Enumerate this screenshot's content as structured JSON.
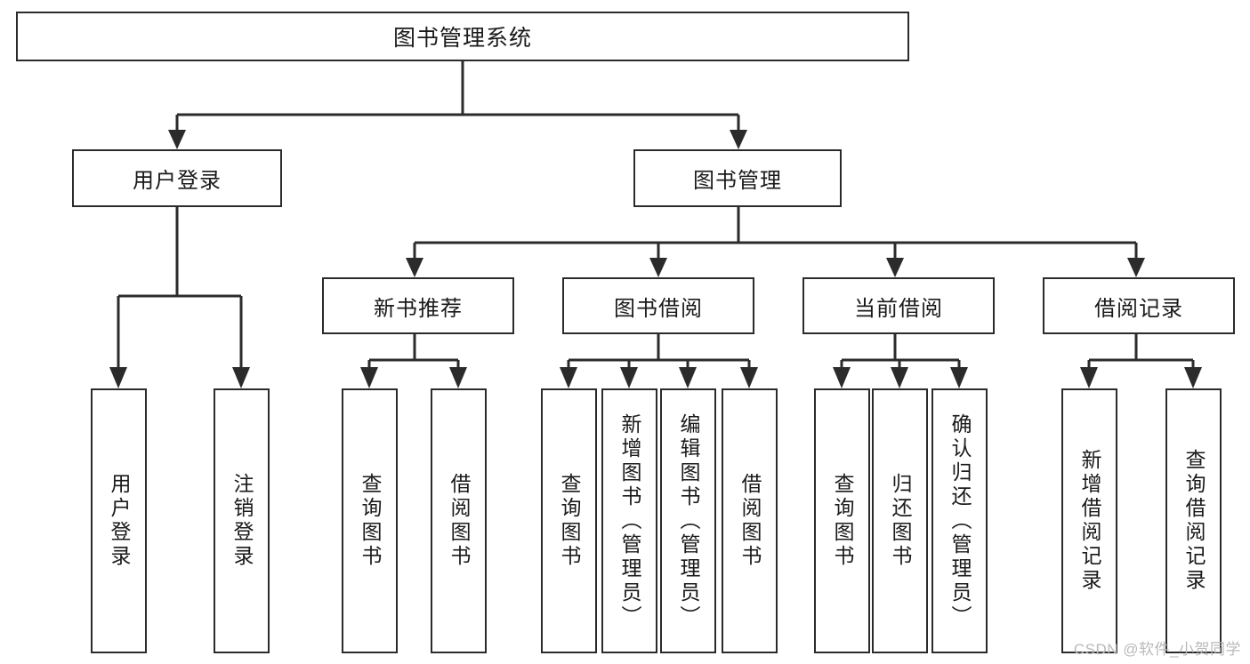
{
  "diagram": {
    "type": "tree-hierarchy-chart",
    "title": "图书管理系统",
    "watermark": "CSDN @软件_小贺同学",
    "colors": {
      "stroke": "#2b2b2b",
      "fill": "#ffffff",
      "text": "#1a1a1a",
      "watermark": "#b9b9b9"
    },
    "levels": {
      "level1": [
        "图书管理系统"
      ],
      "level2": [
        "用户登录",
        "图书管理"
      ],
      "level3": [
        "新书推荐",
        "图书借阅",
        "当前借阅",
        "借阅记录"
      ]
    },
    "nodes": {
      "root": {
        "label": "图书管理系统"
      },
      "user_login": {
        "label": "用户登录"
      },
      "book_manage": {
        "label": "图书管理"
      },
      "new_book_rec": {
        "label": "新书推荐"
      },
      "book_borrow": {
        "label": "图书借阅"
      },
      "current_borrow": {
        "label": "当前借阅"
      },
      "borrow_record": {
        "label": "借阅记录"
      },
      "leaf_user_login": {
        "label": "用户登录"
      },
      "leaf_logout": {
        "label": "注销登录"
      },
      "leaf_query_book_1": {
        "label": "查询图书"
      },
      "leaf_borrow_book_1": {
        "label": "借阅图书"
      },
      "leaf_query_book_2": {
        "label": "查询图书"
      },
      "leaf_add_book": {
        "label": "新增图书（管理员）"
      },
      "leaf_edit_book": {
        "label": "编辑图书（管理员）"
      },
      "leaf_borrow_book_2": {
        "label": "借阅图书"
      },
      "leaf_query_book_3": {
        "label": "查询图书"
      },
      "leaf_return_book": {
        "label": "归还图书"
      },
      "leaf_confirm_return": {
        "label": "确认归还（管理员）"
      },
      "leaf_add_record": {
        "label": "新增借阅记录"
      },
      "leaf_query_record": {
        "label": "查询借阅记录"
      }
    },
    "edges": [
      {
        "from": "root",
        "to": "user_login"
      },
      {
        "from": "root",
        "to": "book_manage"
      },
      {
        "from": "user_login",
        "to": "leaf_user_login"
      },
      {
        "from": "user_login",
        "to": "leaf_logout"
      },
      {
        "from": "book_manage",
        "to": "new_book_rec"
      },
      {
        "from": "book_manage",
        "to": "book_borrow"
      },
      {
        "from": "book_manage",
        "to": "current_borrow"
      },
      {
        "from": "book_manage",
        "to": "borrow_record"
      },
      {
        "from": "new_book_rec",
        "to": "leaf_query_book_1"
      },
      {
        "from": "new_book_rec",
        "to": "leaf_borrow_book_1"
      },
      {
        "from": "book_borrow",
        "to": "leaf_query_book_2"
      },
      {
        "from": "book_borrow",
        "to": "leaf_add_book"
      },
      {
        "from": "book_borrow",
        "to": "leaf_edit_book"
      },
      {
        "from": "book_borrow",
        "to": "leaf_borrow_book_2"
      },
      {
        "from": "current_borrow",
        "to": "leaf_query_book_3"
      },
      {
        "from": "current_borrow",
        "to": "leaf_return_book"
      },
      {
        "from": "current_borrow",
        "to": "leaf_confirm_return"
      },
      {
        "from": "borrow_record",
        "to": "leaf_add_record"
      },
      {
        "from": "borrow_record",
        "to": "leaf_query_record"
      }
    ]
  }
}
